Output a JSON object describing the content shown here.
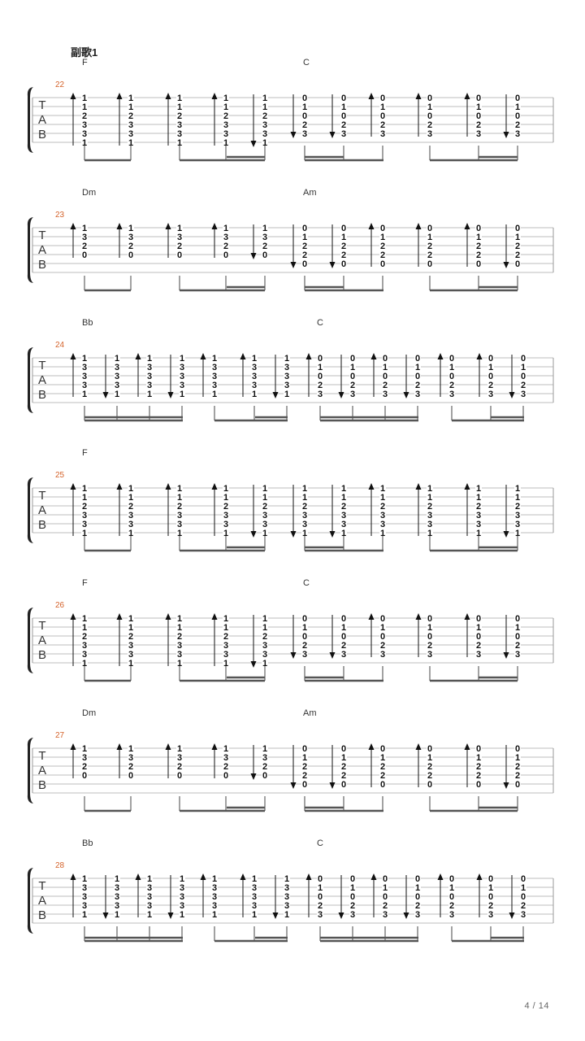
{
  "section_title": "副歌1",
  "page_number": "4 / 14",
  "tab_clef": [
    "T",
    "A",
    "B"
  ],
  "chords": {
    "F": [
      1,
      1,
      2,
      3,
      3,
      1
    ],
    "C": [
      0,
      1,
      0,
      2,
      3,
      null
    ],
    "Dm": [
      1,
      3,
      2,
      0,
      null,
      null
    ],
    "Am": [
      0,
      1,
      2,
      2,
      0,
      null
    ],
    "Bb": [
      1,
      3,
      3,
      3,
      1,
      null
    ]
  },
  "lines": [
    {
      "measure": "22",
      "chords": [
        "F",
        "C"
      ],
      "pattern": "a"
    },
    {
      "measure": "23",
      "chords": [
        "Dm",
        "Am"
      ],
      "pattern": "a"
    },
    {
      "measure": "24",
      "chords": [
        "Bb",
        "C"
      ],
      "pattern": "b"
    },
    {
      "measure": "25",
      "chords": [
        "F",
        ""
      ],
      "pattern": "a"
    },
    {
      "measure": "26",
      "chords": [
        "F",
        "C"
      ],
      "pattern": "a"
    },
    {
      "measure": "27",
      "chords": [
        "Dm",
        "Am"
      ],
      "pattern": "a"
    },
    {
      "measure": "28",
      "chords": [
        "Bb",
        "C"
      ],
      "pattern": "b"
    }
  ]
}
